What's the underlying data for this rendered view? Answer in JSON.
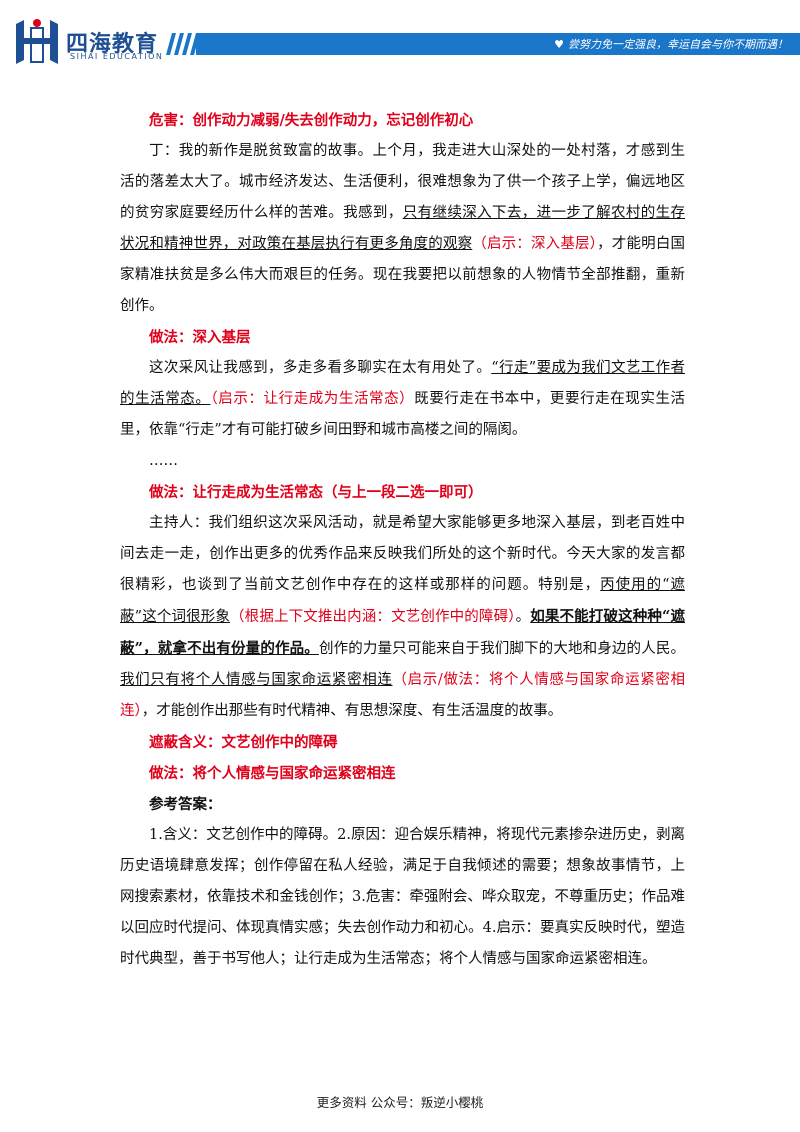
{
  "header": {
    "brand_cn": "四海教育",
    "brand_en": "SIHAI EDUCATION",
    "slogan": "尝努力免一定强良，幸运自会与你不期而遇！",
    "colors": {
      "brand": "#1f4f93",
      "bar": "#1976c9",
      "accent_red": "#e0001a"
    }
  },
  "sections": {
    "h1": "危害：创作动力减弱/失去创作动力，忘记创作初心",
    "p1_a": "丁：我的新作是脱贫致富的故事。上个月，我走进大山深处的一处村落，才感到生活的落差太大了。城市经济发达、生活便利，很难想象为了供一个孩子上学，偏远地区的贫穷家庭要经历什么样的苦难。我感到，",
    "p1_u": "只有继续深入下去，进一步了解农村的生存状况和精神世界，对政策在基层执行有更多角度的观察",
    "p1_note": "（启示：深入基层）",
    "p1_b": "，才能明白国家精准扶贫是多么伟大而艰巨的任务。现在我要把以前想象的人物情节全部推翻，重新创作。",
    "h2": "做法：深入基层",
    "p2_a": "这次采风让我感到，多走多看多聊实在太有用处了。",
    "p2_u": "“行走”要成为我们文艺工作者的生活常态。",
    "p2_note": "（启示：让行走成为生活常态）",
    "p2_b": "既要行走在书本中，更要行走在现实生活里，依靠“行走”才有可能打破乡间田野和城市高楼之间的隔阂。",
    "ellipsis": "……",
    "h3": "做法：让行走成为生活常态（与上一段二选一即可）",
    "p3_a": "主持人：我们组织这次采风活动，就是希望大家能够更多地深入基层，到老百姓中间去走一走，创作出更多的优秀作品来反映我们所处的这个新时代。今天大家的发言都很精彩，也谈到了当前文艺创作中存在的这样或那样的问题。特别是，",
    "p3_u1": "丙使用的“遮蔽”这个词很形象",
    "p3_note1": "（根据上下文推出内涵：文艺创作中的障碍）",
    "p3_mid": "。",
    "p3_bu": "如果不能打破这种种“遮蔽”，就拿不出有份量的作品。",
    "p3_b": "创作的力量只可能来自于我们脚下的大地和身边的人民。",
    "p3_u2": "我们只有将个人情感与国家命运紧密相连",
    "p3_note2": "（启示/做法：将个人情感与国家命运紧密相连）",
    "p3_c": "，才能创作出那些有时代精神、有思想深度、有生活温度的故事。",
    "h4": "遮蔽含义：文艺创作中的障碍",
    "h5": "做法：将个人情感与国家命运紧密相连",
    "h6": "参考答案：",
    "answer": "1.含义：文艺创作中的障碍。2.原因：迎合娱乐精神，将现代元素掺杂进历史，剥离历史语境肆意发挥；创作停留在私人经验，满足于自我倾述的需要；想象故事情节，上网搜索素材，依靠技术和金钱创作；3.危害：牵强附会、哗众取宠，不尊重历史；作品难以回应时代提问、体现真情实感；失去创作动力和初心。4.启示：要真实反映时代，塑造时代典型，善于书写他人；让行走成为生活常态；将个人情感与国家命运紧密相连。"
  },
  "footer": {
    "text": "更多资料 公众号：叛逆小樱桃"
  }
}
